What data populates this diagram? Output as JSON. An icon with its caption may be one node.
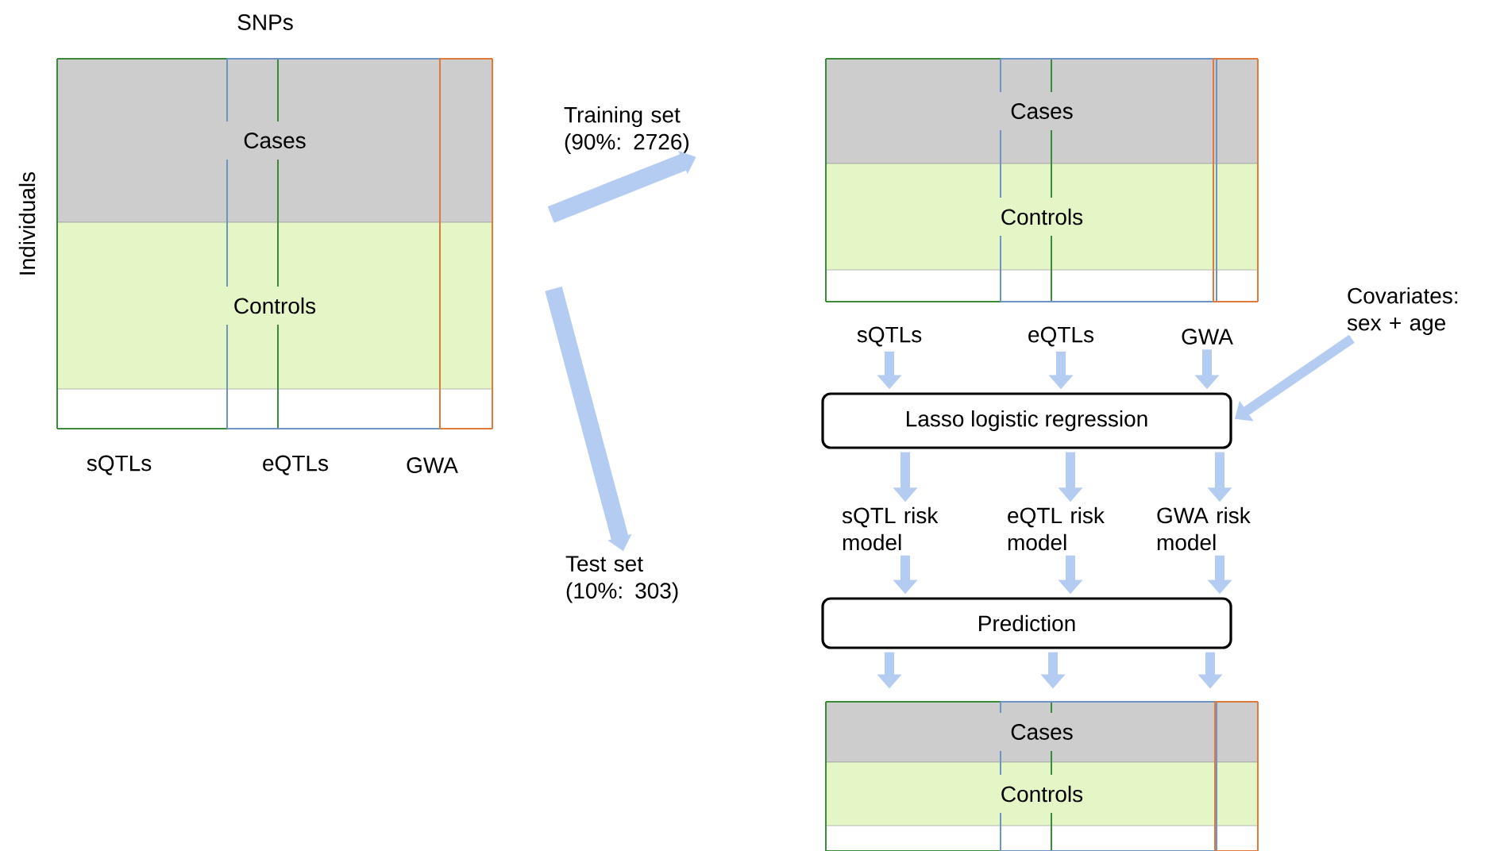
{
  "diagram": {
    "nodes": [
      {
        "text": [
          "Cases"
        ]
      },
      {
        "text": [
          "Controls"
        ]
      },
      {
        "text": [
          "Training set (90%: 2726)"
        ]
      },
      {
        "text": [
          "Test set (10%: 303)"
        ]
      },
      {
        "text": [
          "Cases"
        ]
      },
      {
        "text": [
          "Controls"
        ]
      },
      {
        "text": [
          "sQTLs"
        ]
      },
      {
        "text": [
          "eQTLs"
        ]
      },
      {
        "text": [
          "GWA"
        ]
      },
      {
        "text": [
          "Covariates: sex + age"
        ]
      },
      {
        "text": [
          "Lasso logistic regression"
        ]
      },
      {
        "text": [
          "sQTL risk model"
        ]
      },
      {
        "text": [
          "eQTL risk model"
        ]
      },
      {
        "text": [
          "GWA risk model"
        ]
      },
      {
        "text": [
          "Prediction"
        ]
      },
      {
        "text": [
          "Cases"
        ]
      },
      {
        "text": [
          "Controls"
        ]
      }
    ],
    "edges": [
      {
        "from": null,
        "to": 2,
        "arrow": "to",
        "style": "thick"
      },
      {
        "from": null,
        "to": 3,
        "arrow": "to",
        "style": "thick"
      },
      {
        "from": 6,
        "to": 10,
        "arrow": "to"
      },
      {
        "from": 7,
        "to": 10,
        "arrow": "to"
      },
      {
        "from": 8,
        "to": 10,
        "arrow": "to"
      },
      {
        "from": 9,
        "to": 10,
        "arrow": "to"
      },
      {
        "from": 10,
        "to": 11,
        "arrow": "to"
      },
      {
        "from": 10,
        "to": 12,
        "arrow": "to"
      },
      {
        "from": 10,
        "to": 13,
        "arrow": "to"
      },
      {
        "from": 11,
        "to": 14,
        "arrow": "to"
      },
      {
        "from": 12,
        "to": 14,
        "arrow": "to"
      },
      {
        "from": 13,
        "to": 14,
        "arrow": "to"
      },
      {
        "from": 14,
        "to": 15,
        "arrow": "to"
      },
      {
        "from": 14,
        "to": 15,
        "arrow": "to"
      },
      {
        "from": 14,
        "to": 15,
        "arrow": "to"
      }
    ],
    "labels": [
      "SNPs",
      "Individuals",
      "sQTLs",
      "eQTLs",
      "GWA"
    ]
  }
}
